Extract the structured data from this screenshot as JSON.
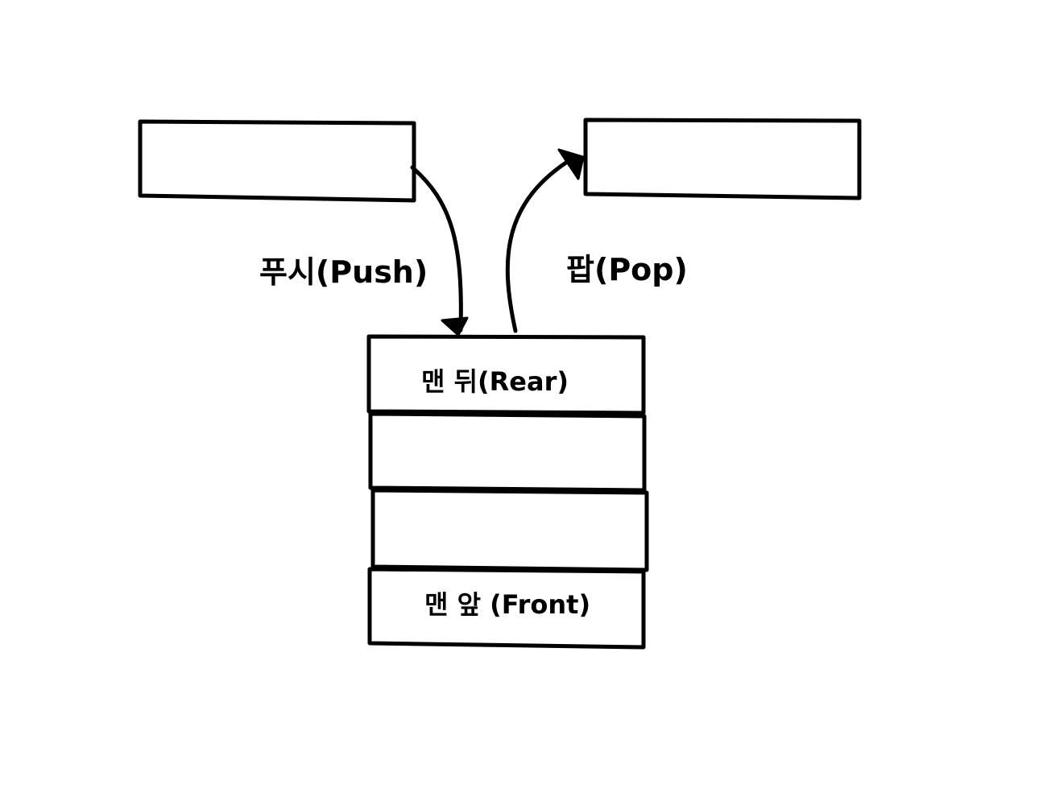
{
  "diagram": {
    "push_label": "푸시(Push)",
    "pop_label": "팝(Pop)",
    "rear_label": "맨 뒤(Rear)",
    "front_label": "맨 앞 (Front)"
  },
  "colors": {
    "stroke": "#000000",
    "background": "#ffffff"
  }
}
